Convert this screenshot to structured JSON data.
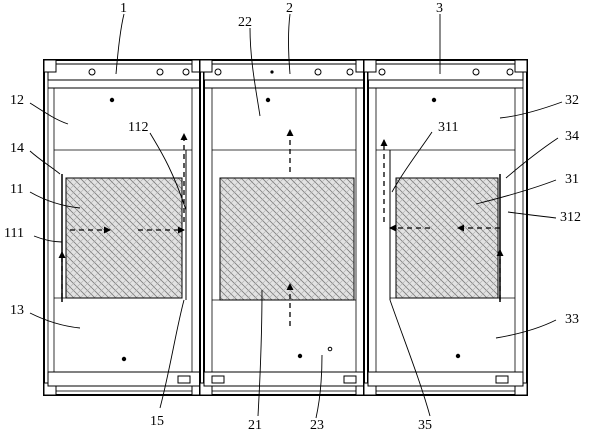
{
  "colors": {
    "ink": "#000000",
    "filter_fill": "#dcdcdc",
    "background": "#ffffff"
  },
  "labels": {
    "l1": "1",
    "l2": "2",
    "l3": "3",
    "l12": "12",
    "l14": "14",
    "l11": "11",
    "l111": "111",
    "l13": "13",
    "l112": "112",
    "l22": "22",
    "l21": "21",
    "l23": "23",
    "l15": "15",
    "l311": "311",
    "l32": "32",
    "l34": "34",
    "l31": "31",
    "l312": "312",
    "l33": "33",
    "l35": "35"
  }
}
